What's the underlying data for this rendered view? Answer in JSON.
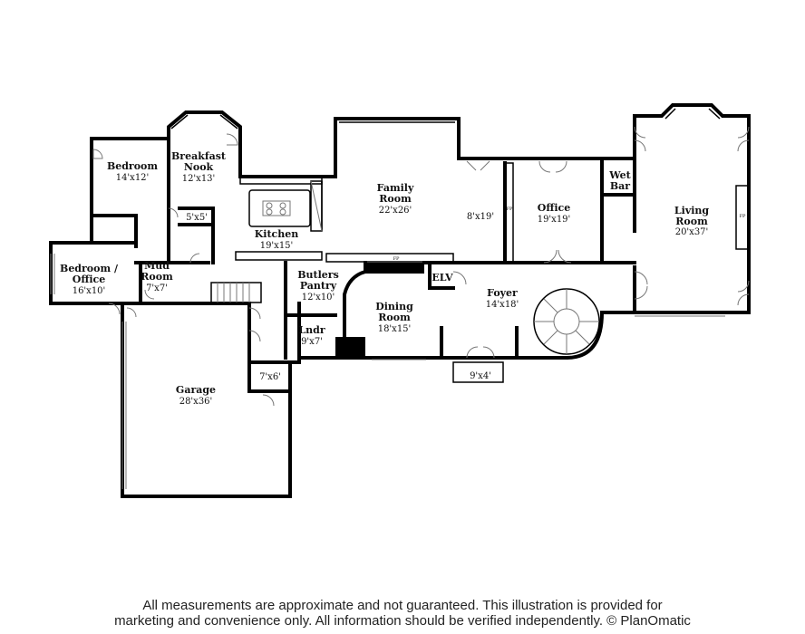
{
  "rooms": {
    "bedroom": {
      "name": "Bedroom",
      "dims": "14'x12'"
    },
    "breakfast": {
      "line1": "Breakfast",
      "line2": "Nook",
      "dims": "12'x13'"
    },
    "kitchen": {
      "name": "Kitchen",
      "dims": "19'x15'"
    },
    "closet_5x5": {
      "dims": "5'x5'"
    },
    "family": {
      "line1": "Family",
      "line2": "Room",
      "dims": "22'x26'"
    },
    "hall_8x19": {
      "dims": "8'x19'"
    },
    "office": {
      "name": "Office",
      "dims": "19'x19'"
    },
    "wetbar": {
      "line1": "Wet",
      "line2": "Bar"
    },
    "living": {
      "line1": "Living",
      "line2": "Room",
      "dims": "20'x37'"
    },
    "bed_office": {
      "line1": "Bedroom /",
      "line2": "Office",
      "dims": "16'x10'"
    },
    "mudroom": {
      "line1": "Mud",
      "line2": "Room",
      "dims": "7'x7'"
    },
    "butlers": {
      "line1": "Butlers",
      "line2": "Pantry",
      "dims": "12'x10'"
    },
    "elevator": {
      "name": "ELV"
    },
    "dining": {
      "line1": "Dining",
      "line2": "Room",
      "dims": "18'x15'"
    },
    "foyer": {
      "name": "Foyer",
      "dims": "14'x18'"
    },
    "laundry": {
      "name": "Lndr",
      "dims": "9'x7'"
    },
    "porch_9x4": {
      "dims": "9'x4'"
    },
    "closet_7x6": {
      "dims": "7'x6'"
    },
    "garage": {
      "name": "Garage",
      "dims": "28'x36'"
    }
  },
  "fireplace_label": "FP",
  "disclaimer": {
    "line1": "All measurements are approximate and not guaranteed. This illustration is provided for",
    "line2": "marketing and convenience only. All information should be verified independently. © PlanOmatic"
  }
}
